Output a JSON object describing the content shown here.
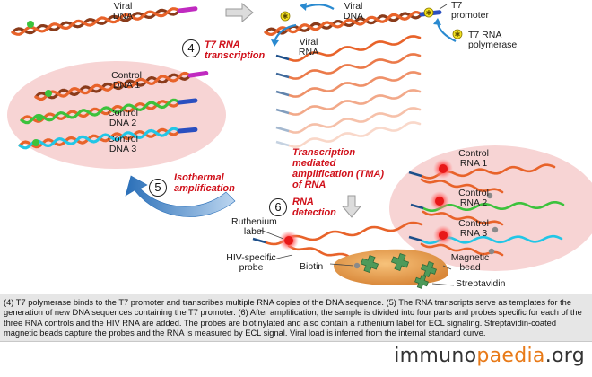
{
  "labels": {
    "viral_dna_left": "Viral\nDNA",
    "viral_dna_right": "Viral\nDNA",
    "t7_promoter": "T7\npromoter",
    "t7_polymerase": "T7 RNA\npolymerase",
    "viral_rna": "Viral\nRNA",
    "control_dna_1": "Control\nDNA 1",
    "control_dna_2": "Control\nDNA 2",
    "control_dna_3": "Control\nDNA 3",
    "control_rna_1": "Control\nRNA 1",
    "control_rna_2": "Control\nRNA 2",
    "control_rna_3": "Control\nRNA 3",
    "ruthenium_label": "Ruthenium\nlabel",
    "hiv_probe": "HIV-specific\nprobe",
    "biotin": "Biotin",
    "magnetic_bead": "Magnetic\nbead",
    "streptavidin": "Streptavidin"
  },
  "steps": {
    "step4": {
      "number": "4",
      "label": "T7 RNA\ntranscription"
    },
    "step5": {
      "number": "5",
      "label": "Isothermal\namplification"
    },
    "step6": {
      "number": "6",
      "label": "RNA\ndetection"
    },
    "tma": "Transcription\nmediated\namplification (TMA)\nof RNA"
  },
  "caption": "(4) T7 polymerase binds to the T7 promoter and transcribes multiple RNA copies of the DNA sequence. (5) The RNA transcripts serve as templates for the generation of new DNA sequences containing the T7 promoter. (6) After amplification, the sample is divided into four parts and probes specific for each of the three RNA controls and the HIV RNA are added. The probes are biotinylated and also contain a ruthenium label for ECL signaling. Streptavidin-coated magnetic beads capture the probes and the RNA is measured by ECL signal. Viral load is inferred from the internal standard curve.",
  "brand": {
    "part1": "immuno",
    "part2": "paedia",
    "part3": ".org"
  },
  "colors": {
    "dna_orange": "#e8632a",
    "dna_dark": "#8a3b1a",
    "green": "#3cc23c",
    "cyan": "#22c6e6",
    "magenta": "#c02ac0",
    "rna_blue": "#1d4f8a",
    "pink_bg": "#f7d4d4",
    "red_text": "#d0101a",
    "bead": "#e8a04a",
    "streptavidin": "#4e9a5a"
  }
}
